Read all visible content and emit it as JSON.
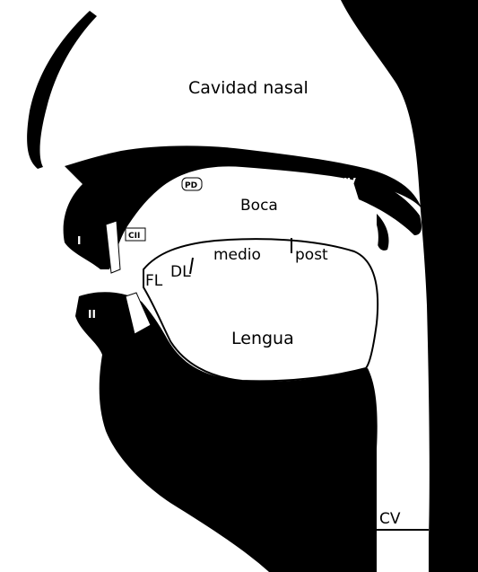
{
  "labels": {
    "nasal_cavity": "Cavidad nasal",
    "mouth": "Boca",
    "tongue": "Lengua",
    "middle": "medio",
    "posterior": "post",
    "dorsal_lamina": "DL",
    "front_lamina": "FL",
    "cv": "CV",
    "pd": "PD",
    "cii": "CII",
    "iv": "IV",
    "upper_lip_mark": "I",
    "lower_lip_mark": "II"
  },
  "colors": {
    "ink": "#000000",
    "paper": "#ffffff"
  }
}
